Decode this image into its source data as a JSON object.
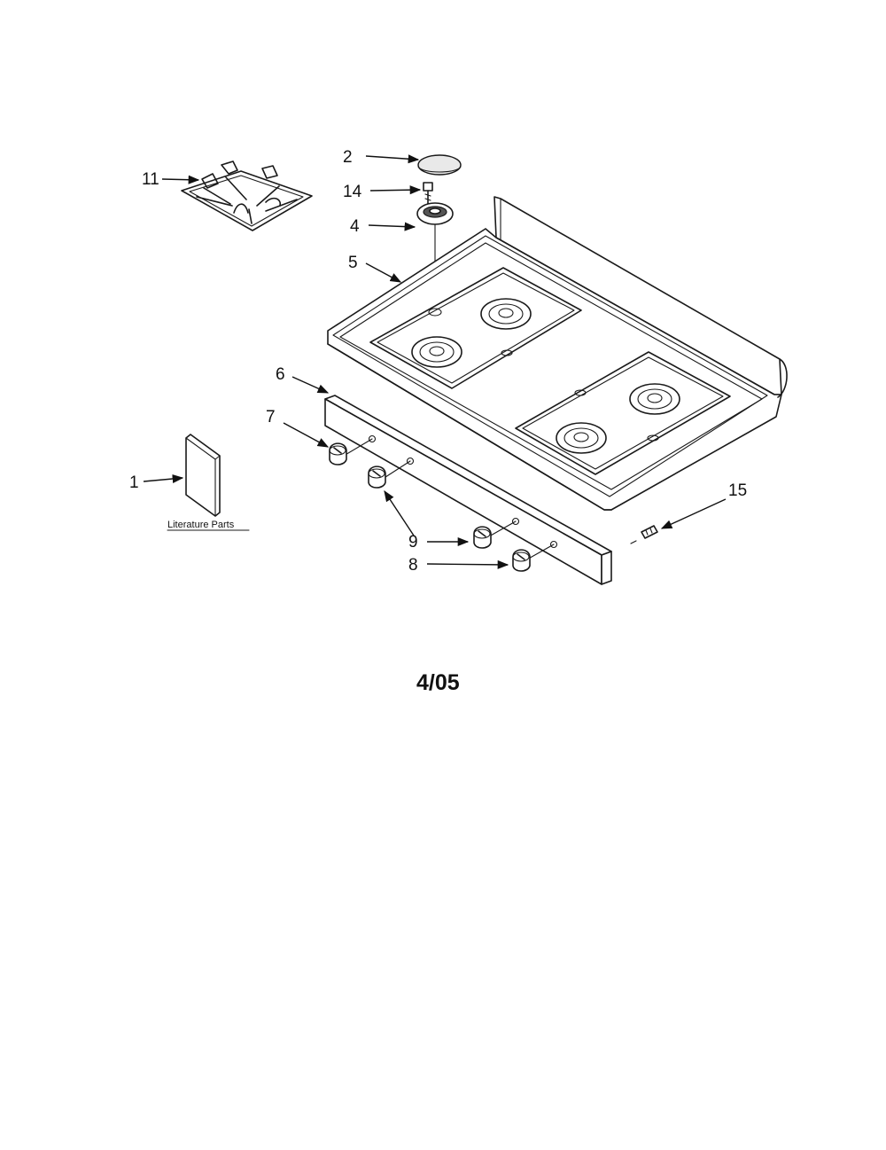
{
  "callouts": {
    "c1": "1",
    "c2": "2",
    "c4": "4",
    "c5": "5",
    "c6": "6",
    "c7": "7",
    "c8": "8",
    "c9": "9",
    "c11": "11",
    "c14": "14",
    "c15": "15"
  },
  "literature_label": "Literature Parts",
  "revision": "4/05"
}
